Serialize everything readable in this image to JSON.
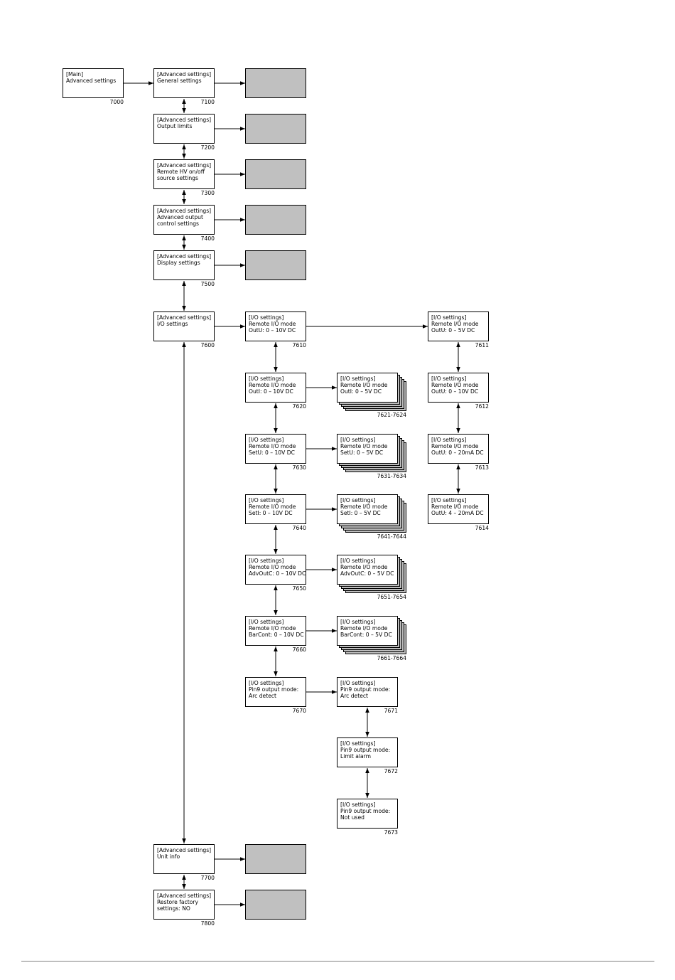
{
  "diagram": {
    "main": {
      "lines": [
        "[Main]",
        "Advanced settings"
      ],
      "number": "7000"
    },
    "advanced": [
      {
        "lines": [
          "[Advanced settings]",
          "General settings"
        ],
        "number": "7100"
      },
      {
        "lines": [
          "[Advanced settings]",
          "Output limits"
        ],
        "number": "7200"
      },
      {
        "lines": [
          "[Advanced settings]",
          "Remote HV on/off",
          "source settings"
        ],
        "number": "7300"
      },
      {
        "lines": [
          "[Advanced settings]",
          "Advanced output",
          "control settings"
        ],
        "number": "7400"
      },
      {
        "lines": [
          "[Advanced settings]",
          "Display settings"
        ],
        "number": "7500"
      },
      {
        "lines": [
          "[Advanced settings]",
          "I/O settings"
        ],
        "number": "7600"
      },
      {
        "lines": [
          "[Advanced settings]",
          "Unit info"
        ],
        "number": "7700"
      },
      {
        "lines": [
          "[Advanced settings]",
          "Restore factory",
          "settings: NO"
        ],
        "number": "7800"
      }
    ],
    "io": [
      {
        "lines": [
          "[I/O settings]",
          "Remote I/O mode",
          "OutU: 0 – 10V DC"
        ],
        "number": "7610"
      },
      {
        "lines": [
          "[I/O settings]",
          "Remote I/O mode",
          "OutI: 0 – 10V DC"
        ],
        "number": "7620"
      },
      {
        "lines": [
          "[I/O settings]",
          "Remote I/O mode",
          "SetU: 0 – 10V DC"
        ],
        "number": "7630"
      },
      {
        "lines": [
          "[I/O settings]",
          "Remote I/O mode",
          "SetI: 0 – 10V DC"
        ],
        "number": "7640"
      },
      {
        "lines": [
          "[I/O settings]",
          "Remote I/O mode",
          "AdvOutC: 0 – 10V DC"
        ],
        "number": "7650"
      },
      {
        "lines": [
          "[I/O settings]",
          "Remote I/O mode",
          "BarCont: 0 – 10V DC"
        ],
        "number": "7660"
      },
      {
        "lines": [
          "[I/O settings]",
          "Pin9 output mode:",
          "Arc detect"
        ],
        "number": "7670"
      }
    ],
    "io_stacks": [
      {
        "lines": [
          "[I/O settings]",
          "Remote I/O mode",
          "OutI: 0 – 5V DC"
        ],
        "number": "7621-7624"
      },
      {
        "lines": [
          "[I/O settings]",
          "Remote I/O mode",
          "SetU: 0 – 5V DC"
        ],
        "number": "7631-7634"
      },
      {
        "lines": [
          "[I/O settings]",
          "Remote I/O mode",
          "SetI: 0 – 5V DC"
        ],
        "number": "7641-7644"
      },
      {
        "lines": [
          "[I/O settings]",
          "Remote I/O mode",
          "AdvOutC: 0 – 5V DC"
        ],
        "number": "7651-7654"
      },
      {
        "lines": [
          "[I/O settings]",
          "Remote I/O mode",
          "BarCont: 0 – 5V DC"
        ],
        "number": "7661-7664"
      }
    ],
    "pin9": [
      {
        "lines": [
          "[I/O settings]",
          "Pin9 output mode:",
          "Arc detect"
        ],
        "number": "7671"
      },
      {
        "lines": [
          "[I/O settings]",
          "Pin9 output mode:",
          "Limit alarm"
        ],
        "number": "7672"
      },
      {
        "lines": [
          "[I/O settings]",
          "Pin9 output mode:",
          "Not used"
        ],
        "number": "7673"
      }
    ],
    "outu": [
      {
        "lines": [
          "[I/O settings]",
          "Remote I/O mode",
          "OutU: 0 – 5V DC"
        ],
        "number": "7611"
      },
      {
        "lines": [
          "[I/O settings]",
          "Remote I/O mode",
          "OutU: 0 – 10V DC"
        ],
        "number": "7612"
      },
      {
        "lines": [
          "[I/O settings]",
          "Remote I/O mode",
          "OutU: 0 – 20mA DC"
        ],
        "number": "7613"
      },
      {
        "lines": [
          "[I/O settings]",
          "Remote I/O mode",
          "OutU: 4 – 20mA DC"
        ],
        "number": "7614"
      }
    ]
  }
}
